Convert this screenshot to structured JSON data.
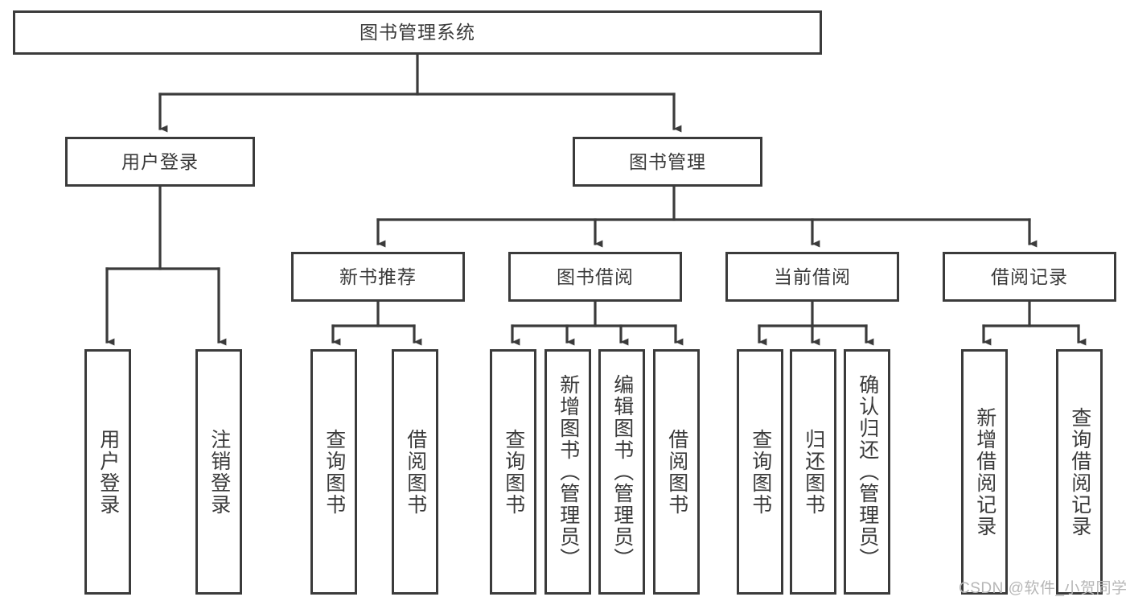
{
  "diagram": {
    "type": "tree-hierarchy",
    "title": "图书管理系统",
    "root": {
      "label": "图书管理系统"
    },
    "level2": [
      {
        "label": "用户登录"
      },
      {
        "label": "图书管理"
      }
    ],
    "level3": [
      {
        "label": "新书推荐"
      },
      {
        "label": "图书借阅"
      },
      {
        "label": "当前借阅"
      },
      {
        "label": "借阅记录"
      }
    ],
    "leaves": {
      "user_login": [
        {
          "label": "用户登录"
        },
        {
          "label": "注销登录"
        }
      ],
      "new_book_recommend": [
        {
          "label": "查询图书"
        },
        {
          "label": "借阅图书"
        }
      ],
      "book_borrow": [
        {
          "label": "查询图书"
        },
        {
          "label": "新增图书（管理员）"
        },
        {
          "label": "编辑图书（管理员）"
        },
        {
          "label": "借阅图书"
        }
      ],
      "current_borrow": [
        {
          "label": "查询图书"
        },
        {
          "label": "归还图书"
        },
        {
          "label": "确认归还（管理员）"
        }
      ],
      "borrow_records": [
        {
          "label": "新增借阅记录"
        },
        {
          "label": "查询借阅记录"
        }
      ]
    }
  },
  "watermark": {
    "text": "CSDN @软件_小贺同学"
  },
  "colors": {
    "stroke": "#3b3b3b",
    "text": "#3a3a3a",
    "background": "#ffffff",
    "watermark": "#b6b6b6"
  }
}
